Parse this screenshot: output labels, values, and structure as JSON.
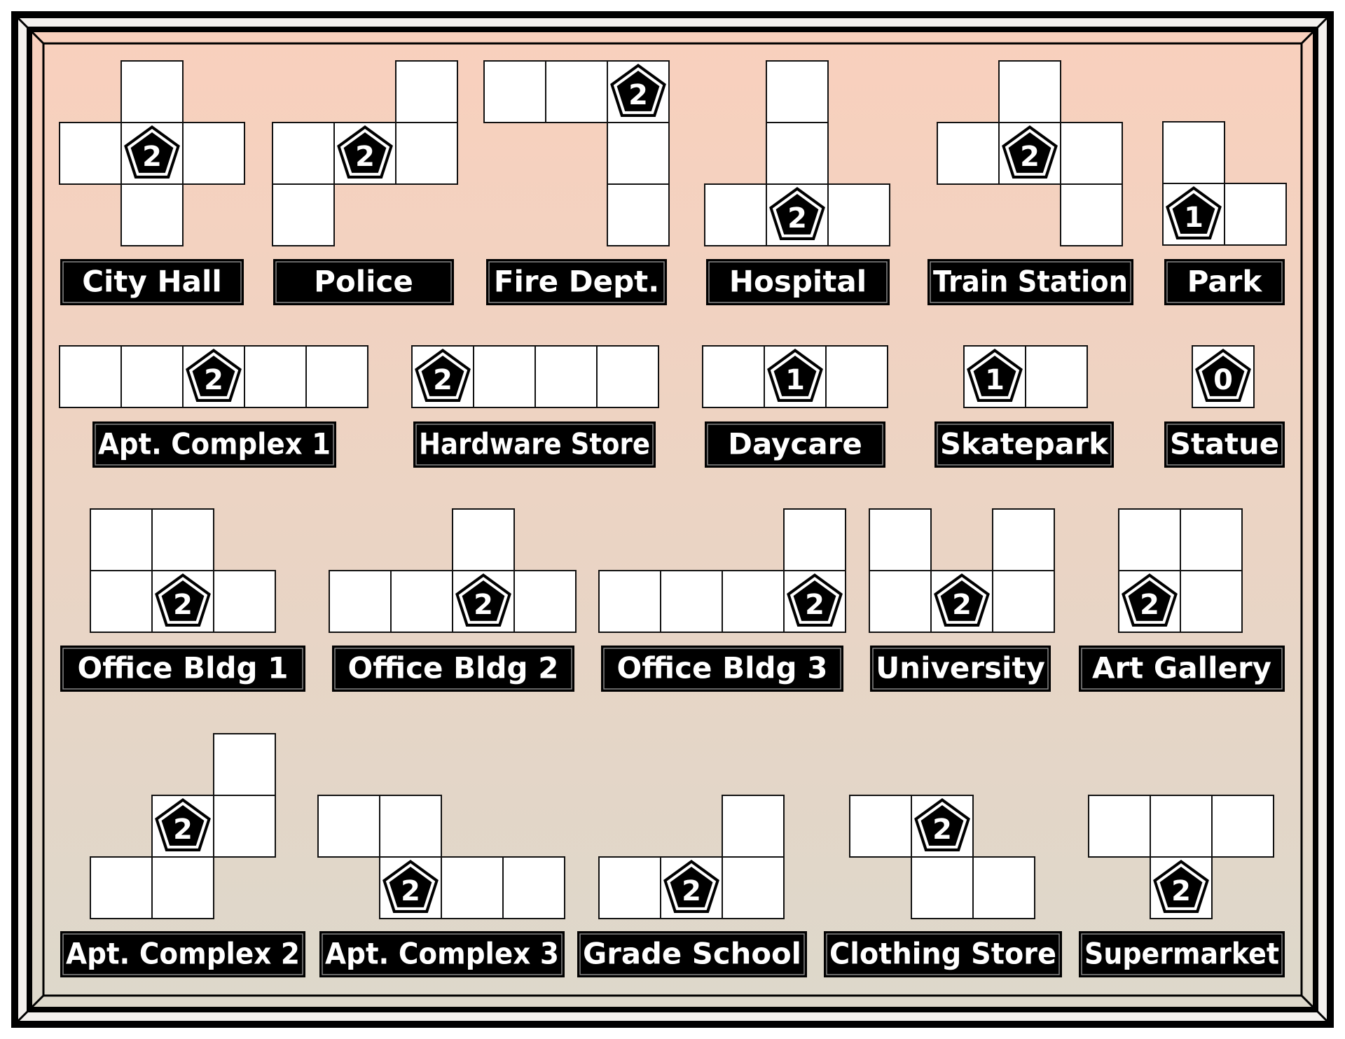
{
  "colors": {
    "bg_top": "#f9d0bd",
    "bg_bottom": "#ddd8cb",
    "frame": "#000000",
    "cell_fill": "#ffffff",
    "label_fill": "#000000",
    "label_text": "#ffffff"
  },
  "pieces": [
    {
      "name": "City Hall",
      "value": "2",
      "shape": "plus",
      "cells": [
        [
          1,
          0
        ],
        [
          0,
          1
        ],
        [
          1,
          1
        ],
        [
          2,
          1
        ],
        [
          1,
          2
        ]
      ],
      "badge": [
        1,
        1
      ]
    },
    {
      "name": "Police",
      "value": "2",
      "shape": "s-tetromino-plus",
      "cells": [
        [
          2,
          0
        ],
        [
          0,
          1
        ],
        [
          1,
          1
        ],
        [
          2,
          1
        ],
        [
          0,
          2
        ]
      ],
      "badge": [
        1,
        1
      ]
    },
    {
      "name": "Fire Dept.",
      "value": "2",
      "shape": "big-l",
      "cells": [
        [
          0,
          0
        ],
        [
          1,
          0
        ],
        [
          2,
          0
        ],
        [
          2,
          1
        ],
        [
          2,
          2
        ]
      ],
      "badge": [
        2,
        0
      ]
    },
    {
      "name": "Hospital",
      "value": "2",
      "shape": "t-tall",
      "cells": [
        [
          1,
          0
        ],
        [
          1,
          1
        ],
        [
          0,
          2
        ],
        [
          1,
          2
        ],
        [
          2,
          2
        ]
      ],
      "badge": [
        1,
        2
      ]
    },
    {
      "name": "Train Station",
      "value": "2",
      "shape": "f-pentomino",
      "cells": [
        [
          1,
          0
        ],
        [
          0,
          1
        ],
        [
          1,
          1
        ],
        [
          2,
          1
        ],
        [
          2,
          2
        ]
      ],
      "badge": [
        1,
        1
      ]
    },
    {
      "name": "Park",
      "value": "1",
      "shape": "l-tromino",
      "cells": [
        [
          0,
          0
        ],
        [
          0,
          1
        ],
        [
          1,
          1
        ]
      ],
      "badge": [
        0,
        1
      ]
    },
    {
      "name": "Apt. Complex 1",
      "value": "2",
      "shape": "i-pentomino",
      "cells": [
        [
          0,
          0
        ],
        [
          1,
          0
        ],
        [
          2,
          0
        ],
        [
          3,
          0
        ],
        [
          4,
          0
        ]
      ],
      "badge": [
        2,
        0
      ]
    },
    {
      "name": "Hardware Store",
      "value": "2",
      "shape": "i-tetromino",
      "cells": [
        [
          0,
          0
        ],
        [
          1,
          0
        ],
        [
          2,
          0
        ],
        [
          3,
          0
        ]
      ],
      "badge": [
        0,
        0
      ]
    },
    {
      "name": "Daycare",
      "value": "1",
      "shape": "i-tromino",
      "cells": [
        [
          0,
          0
        ],
        [
          1,
          0
        ],
        [
          2,
          0
        ]
      ],
      "badge": [
        1,
        0
      ]
    },
    {
      "name": "Skatepark",
      "value": "1",
      "shape": "domino",
      "cells": [
        [
          0,
          0
        ],
        [
          1,
          0
        ]
      ],
      "badge": [
        0,
        0
      ]
    },
    {
      "name": "Statue",
      "value": "0",
      "shape": "monomino",
      "cells": [
        [
          0,
          0
        ]
      ],
      "badge": [
        0,
        0
      ]
    },
    {
      "name": "Office Bldg 1",
      "value": "2",
      "shape": "p-pentomino",
      "cells": [
        [
          0,
          0
        ],
        [
          1,
          0
        ],
        [
          0,
          1
        ],
        [
          1,
          1
        ],
        [
          2,
          1
        ]
      ],
      "badge": [
        1,
        1
      ]
    },
    {
      "name": "Office Bldg 2",
      "value": "2",
      "shape": "y-pentomino",
      "cells": [
        [
          2,
          0
        ],
        [
          0,
          1
        ],
        [
          1,
          1
        ],
        [
          2,
          1
        ],
        [
          3,
          1
        ]
      ],
      "badge": [
        2,
        1
      ]
    },
    {
      "name": "Office Bldg 3",
      "value": "2",
      "shape": "l-pentomino",
      "cells": [
        [
          3,
          0
        ],
        [
          0,
          1
        ],
        [
          1,
          1
        ],
        [
          2,
          1
        ],
        [
          3,
          1
        ]
      ],
      "badge": [
        3,
        1
      ]
    },
    {
      "name": "University",
      "value": "2",
      "shape": "u-pentomino",
      "cells": [
        [
          0,
          0
        ],
        [
          2,
          0
        ],
        [
          0,
          1
        ],
        [
          1,
          1
        ],
        [
          2,
          1
        ]
      ],
      "badge": [
        1,
        1
      ]
    },
    {
      "name": "Art Gallery",
      "value": "2",
      "shape": "o-tetromino",
      "cells": [
        [
          0,
          0
        ],
        [
          1,
          0
        ],
        [
          0,
          1
        ],
        [
          1,
          1
        ]
      ],
      "badge": [
        0,
        1
      ]
    },
    {
      "name": "Apt. Complex 2",
      "value": "2",
      "shape": "w-pentomino",
      "cells": [
        [
          2,
          0
        ],
        [
          1,
          1
        ],
        [
          2,
          1
        ],
        [
          0,
          2
        ],
        [
          1,
          2
        ]
      ],
      "badge": [
        1,
        1
      ]
    },
    {
      "name": "Apt. Complex 3",
      "value": "2",
      "shape": "n-pentomino",
      "cells": [
        [
          0,
          0
        ],
        [
          1,
          0
        ],
        [
          1,
          1
        ],
        [
          2,
          1
        ],
        [
          3,
          1
        ]
      ],
      "badge": [
        1,
        1
      ]
    },
    {
      "name": "Grade School",
      "value": "2",
      "shape": "l-tetromino",
      "cells": [
        [
          2,
          0
        ],
        [
          0,
          1
        ],
        [
          1,
          1
        ],
        [
          2,
          1
        ]
      ],
      "badge": [
        1,
        1
      ]
    },
    {
      "name": "Clothing Store",
      "value": "2",
      "shape": "s-tetromino",
      "cells": [
        [
          0,
          0
        ],
        [
          1,
          0
        ],
        [
          1,
          1
        ],
        [
          2,
          1
        ]
      ],
      "badge": [
        1,
        0
      ]
    },
    {
      "name": "Supermarket",
      "value": "2",
      "shape": "t-tetromino",
      "cells": [
        [
          0,
          0
        ],
        [
          1,
          0
        ],
        [
          2,
          0
        ],
        [
          1,
          1
        ]
      ],
      "badge": [
        1,
        1
      ]
    }
  ]
}
